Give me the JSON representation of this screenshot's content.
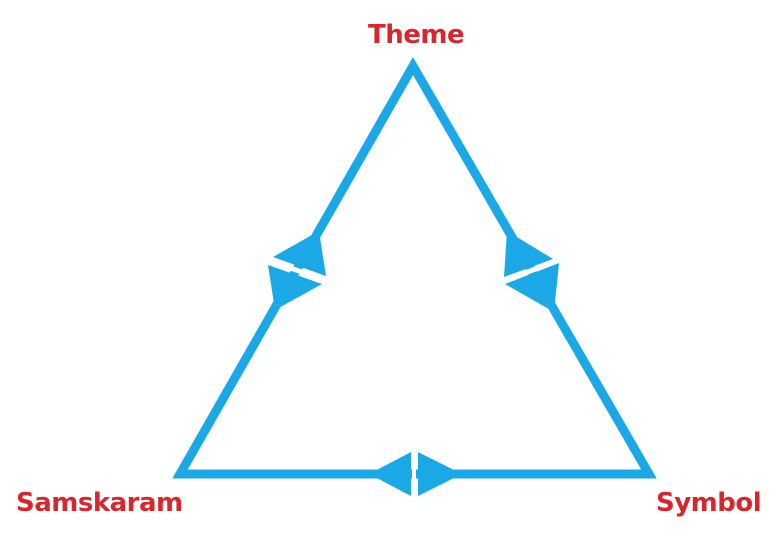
{
  "diagram": {
    "nodes": {
      "top": "Theme",
      "left": "Samskaram",
      "right": "Symbol"
    },
    "colors": {
      "edge": "#1aa9e6",
      "label": "#d9262c",
      "background": "#ffffff"
    }
  }
}
